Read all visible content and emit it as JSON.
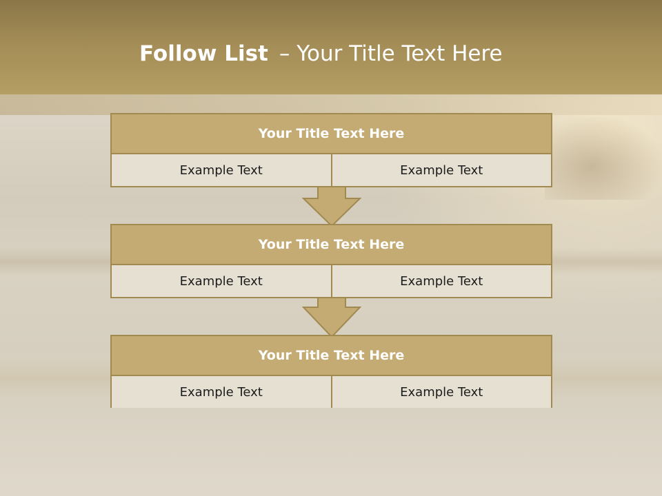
{
  "slide": {
    "title_bold": "Follow List",
    "title_rest": "– Your Title Text Here"
  },
  "steps": [
    {
      "title": "Your Title Text Here",
      "cells": [
        "Example Text",
        "Example Text"
      ]
    },
    {
      "title": "Your Title Text Here",
      "cells": [
        "Example Text",
        "Example Text"
      ]
    },
    {
      "title": "Your Title Text Here",
      "cells": [
        "Example Text",
        "Example Text"
      ]
    }
  ],
  "colors": {
    "header": "#b59e63",
    "block_title": "#c4ab74",
    "block_border": "#a08a50",
    "cell_bg": "#e6e0d3"
  },
  "icons": {
    "connector": "down-arrow-icon"
  }
}
